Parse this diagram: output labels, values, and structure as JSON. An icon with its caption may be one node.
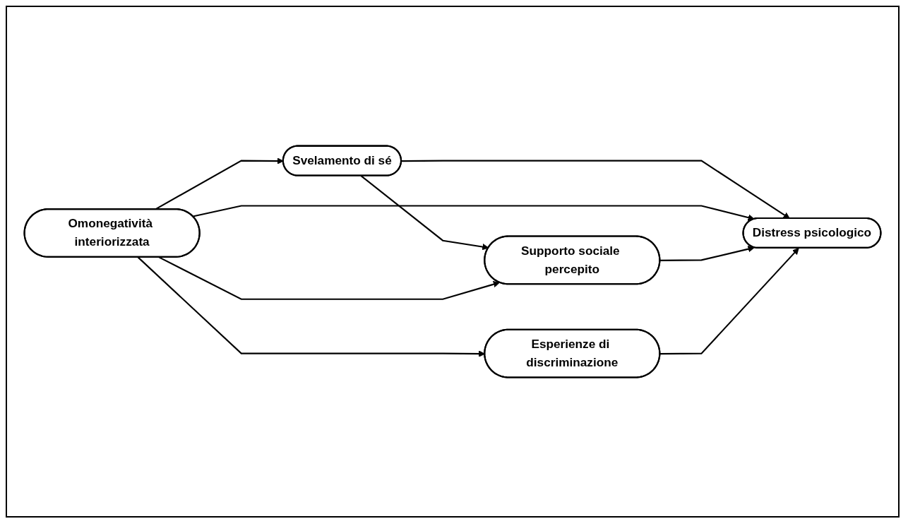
{
  "diagram": {
    "nodes": [
      {
        "text": [
          "Omonegatività interiorizzata"
        ]
      },
      {
        "text": [
          "Svelamento di sé"
        ]
      },
      {
        "text": [
          "Supporto sociale percepito"
        ]
      },
      {
        "text": [
          "Esperienze di discriminazione"
        ]
      },
      {
        "text": [
          "Distress psicologico"
        ]
      }
    ],
    "edges": [
      {
        "from": 0,
        "to": 1,
        "arrow": "to"
      },
      {
        "from": 1,
        "to": 2,
        "arrow": "to"
      },
      {
        "from": 1,
        "to": 4,
        "arrow": "to"
      },
      {
        "from": 0,
        "to": 4,
        "arrow": "to"
      },
      {
        "from": 0,
        "to": 2,
        "arrow": "to"
      },
      {
        "from": 2,
        "to": 4,
        "arrow": "to"
      },
      {
        "from": 0,
        "to": 3,
        "arrow": "to"
      },
      {
        "from": 3,
        "to": 4,
        "arrow": "to"
      }
    ]
  }
}
